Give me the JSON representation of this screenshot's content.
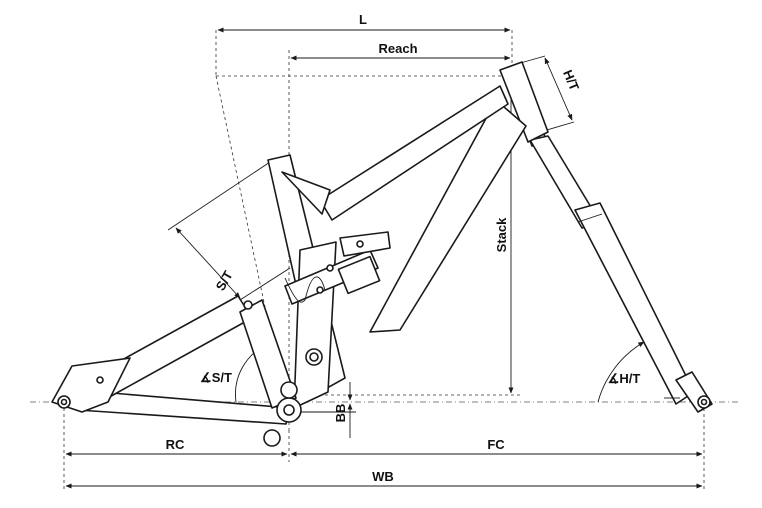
{
  "labels": {
    "L": "L",
    "reach": "Reach",
    "head_tube": "H/T",
    "stack": "Stack",
    "seat_tube": "S/T",
    "seat_angle": "∡S/T",
    "head_angle": "∡H/T",
    "bb_drop": "BB",
    "rc": "RC",
    "fc": "FC",
    "wb": "WB"
  },
  "colors": {
    "line": "#1a1a1a",
    "background": "#ffffff"
  }
}
